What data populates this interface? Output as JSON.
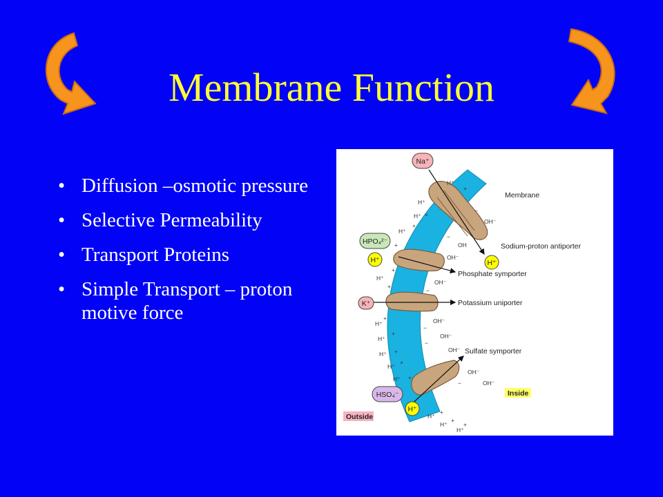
{
  "slide": {
    "title": "Membrane Function",
    "bullets": [
      "Diffusion –osmotic pressure",
      "Selective Permeability",
      "Transport Proteins",
      "Simple Transport – proton motive force"
    ],
    "bullet_symbol": "•"
  },
  "colors": {
    "background": "#0202f6",
    "title": "#ffff33",
    "arrow": "#f7941d",
    "membrane": "#1ab2e0",
    "protein": "#c9a57d",
    "proton_circle": "#ffff00"
  },
  "diagram": {
    "labels": {
      "membrane": "Membrane",
      "antiporter": "Sodium-proton antiporter",
      "phosphate": "Phosphate symporter",
      "potassium": "Potassium uniporter",
      "sulfate": "Sulfate symporter",
      "inside": "Inside",
      "outside": "Outside"
    },
    "ions": {
      "na": "Na⁺",
      "hpo4": "HPO₄²⁻",
      "h": "H⁺",
      "k": "K⁺",
      "hso4": "HSO₄⁻",
      "oh": "OH⁻",
      "oh_plain": "OH",
      "plus": "+",
      "minus": "−"
    }
  },
  "icons": [
    "curved-arrow-left-icon",
    "curved-arrow-right-icon"
  ]
}
